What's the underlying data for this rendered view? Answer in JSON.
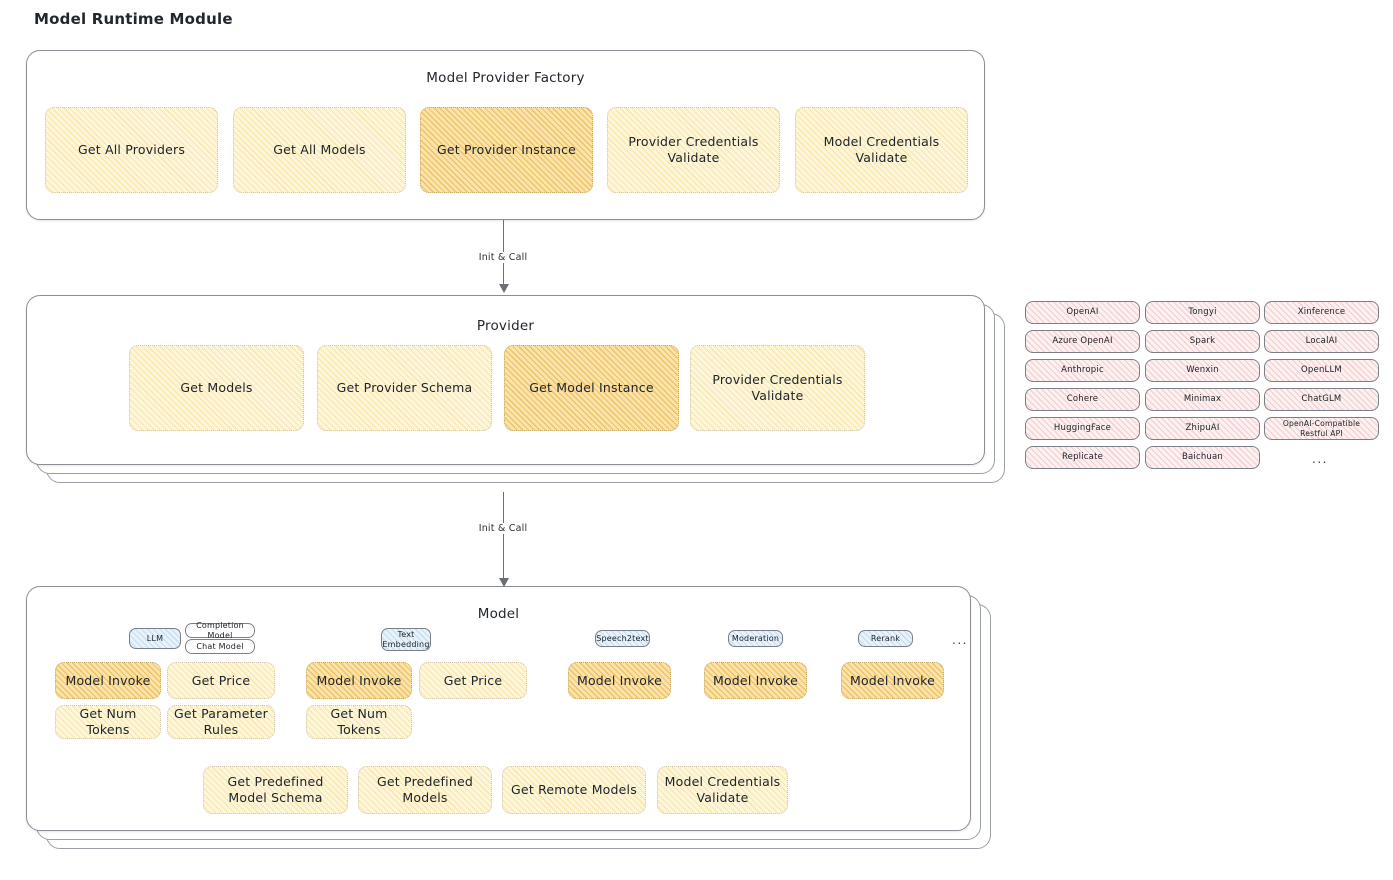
{
  "page": {
    "title": "Model Runtime Module"
  },
  "factory": {
    "title": "Model Provider Factory",
    "nodes": [
      {
        "label": "Get All Providers",
        "highlight": false
      },
      {
        "label": "Get All Models",
        "highlight": false
      },
      {
        "label": "Get Provider Instance",
        "highlight": true
      },
      {
        "label": "Provider Credentials Validate",
        "highlight": false
      },
      {
        "label": "Model Credentials Validate",
        "highlight": false
      }
    ]
  },
  "arrows": [
    {
      "label": "Init & Call"
    },
    {
      "label": "Init & Call"
    }
  ],
  "provider": {
    "title": "Provider",
    "nodes": [
      {
        "label": "Get Models",
        "highlight": false
      },
      {
        "label": "Get Provider Schema",
        "highlight": false
      },
      {
        "label": "Get Model Instance",
        "highlight": true
      },
      {
        "label": "Provider Credentials Validate",
        "highlight": false
      }
    ]
  },
  "provider_list": {
    "columns": [
      {
        "items": [
          "OpenAI",
          "Azure OpenAI",
          "Anthropic",
          "Cohere",
          "HuggingFace",
          "Replicate"
        ]
      },
      {
        "items": [
          "Tongyi",
          "Spark",
          "Wenxin",
          "Minimax",
          "ZhipuAI",
          "Baichuan"
        ]
      },
      {
        "items": [
          "Xinference",
          "LocalAI",
          "OpenLLM",
          "ChatGLM",
          "OpenAI-Compatible Restful API"
        ]
      }
    ],
    "more": "..."
  },
  "model": {
    "title": "Model",
    "more": "...",
    "types": [
      {
        "name": "LLM",
        "sub": [
          "Completion Model",
          "Chat Model"
        ],
        "nodes": [
          {
            "label": "Model Invoke",
            "highlight": true
          },
          {
            "label": "Get Price",
            "highlight": false
          },
          {
            "label": "Get Num Tokens",
            "highlight": false
          },
          {
            "label": "Get Parameter Rules",
            "highlight": false
          }
        ]
      },
      {
        "name": "Text Embedding",
        "sub": [],
        "nodes": [
          {
            "label": "Model Invoke",
            "highlight": true
          },
          {
            "label": "Get Price",
            "highlight": false
          },
          {
            "label": "Get Num Tokens",
            "highlight": false
          }
        ]
      },
      {
        "name": "Speech2text",
        "sub": [],
        "nodes": [
          {
            "label": "Model Invoke",
            "highlight": true
          }
        ]
      },
      {
        "name": "Moderation",
        "sub": [],
        "nodes": [
          {
            "label": "Model Invoke",
            "highlight": true
          }
        ]
      },
      {
        "name": "Rerank",
        "sub": [],
        "nodes": [
          {
            "label": "Model Invoke",
            "highlight": true
          }
        ]
      }
    ],
    "common_nodes": [
      {
        "label": "Get Predefined Model Schema"
      },
      {
        "label": "Get Predefined Models"
      },
      {
        "label": "Get Remote Models"
      },
      {
        "label": "Model Credentials Validate"
      }
    ]
  },
  "colors": {
    "node_light": "#fdf6dd",
    "node_highlight": "#fbe3ad",
    "provider_chip": "#fdf0f0",
    "model_type_chip": "#e8f2fb",
    "panel_border": "#8a8f96",
    "text": "#20252b"
  }
}
